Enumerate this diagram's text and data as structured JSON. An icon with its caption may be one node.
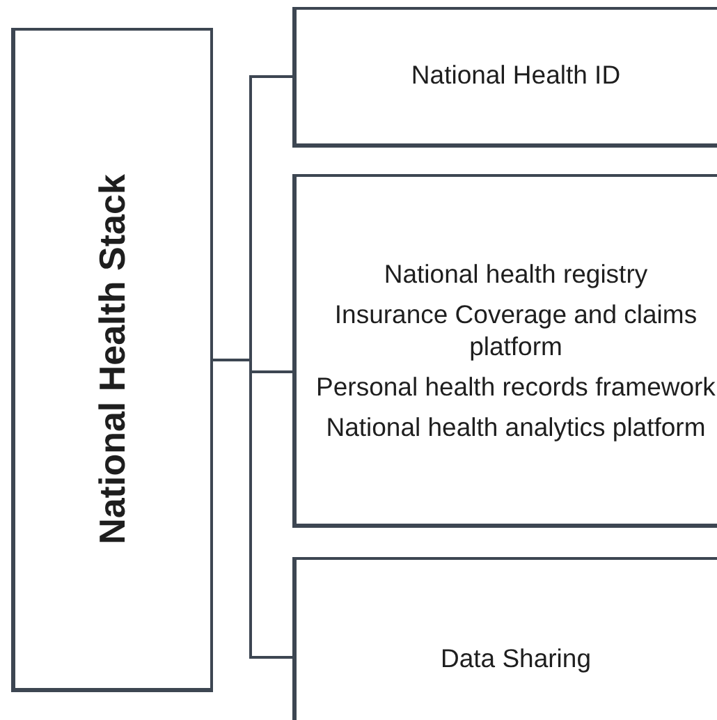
{
  "diagram": {
    "nodes": [
      {
        "text": [
          "National Health Stack"
        ]
      },
      {
        "text": [
          "National Health ID"
        ]
      },
      {
        "text": [
          "National health registry",
          "Insurance Coverage and claims platform",
          "Personal health records framework",
          "National health analytics platform"
        ]
      },
      {
        "text": [
          "Data Sharing"
        ]
      }
    ],
    "edges": [
      {
        "from": 0,
        "to": 1,
        "arrow": "none"
      },
      {
        "from": 0,
        "to": 2,
        "arrow": "none"
      },
      {
        "from": 0,
        "to": 3,
        "arrow": "none"
      }
    ]
  }
}
